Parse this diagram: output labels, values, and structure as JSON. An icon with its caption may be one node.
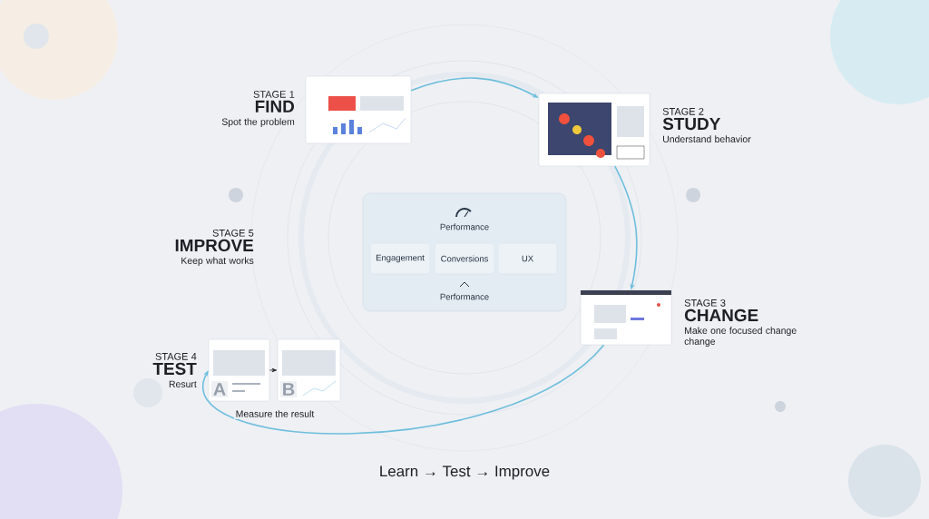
{
  "diagram": {
    "nodes": [
      {
        "text": [
          "STAGE 1",
          "FIND",
          "Spot the problem"
        ]
      },
      {
        "text": [],
        "shape": "picture"
      },
      {
        "text": [
          "STAGE 2",
          "STUDY",
          "Understand behavior"
        ]
      },
      {
        "text": [],
        "shape": "picture"
      },
      {
        "text": [
          "Performance",
          "Performance"
        ]
      },
      {
        "text": [
          "Engagement"
        ],
        "in": 4
      },
      {
        "text": [
          "Conversions"
        ],
        "in": 4
      },
      {
        "text": [
          "UX"
        ],
        "in": 4
      },
      {
        "text": [
          "STAGE 5",
          "IMPROVE",
          "Keep what works"
        ]
      },
      {
        "text": [],
        "shape": "picture"
      },
      {
        "text": [
          "STAGE 3",
          "CHANGE",
          "Make one focused change change"
        ]
      },
      {
        "text": [
          "STAGE 4",
          "TEST",
          "Resurt"
        ]
      },
      {
        "text": [],
        "shape": "picture"
      },
      {
        "text": [],
        "shape": "picture"
      }
    ],
    "edges": [
      {
        "from": 1,
        "to": 3,
        "arrow": "to"
      },
      {
        "from": 3,
        "to": 9,
        "arrow": "to"
      },
      {
        "from": 9,
        "to": 12,
        "arrow": "to"
      },
      {
        "from": 12,
        "to": 13,
        "arrow": "to",
        "color": "#222222"
      }
    ],
    "labels": [
      "A",
      "B",
      "Measure the result",
      "Learn → Test → Improve"
    ]
  }
}
